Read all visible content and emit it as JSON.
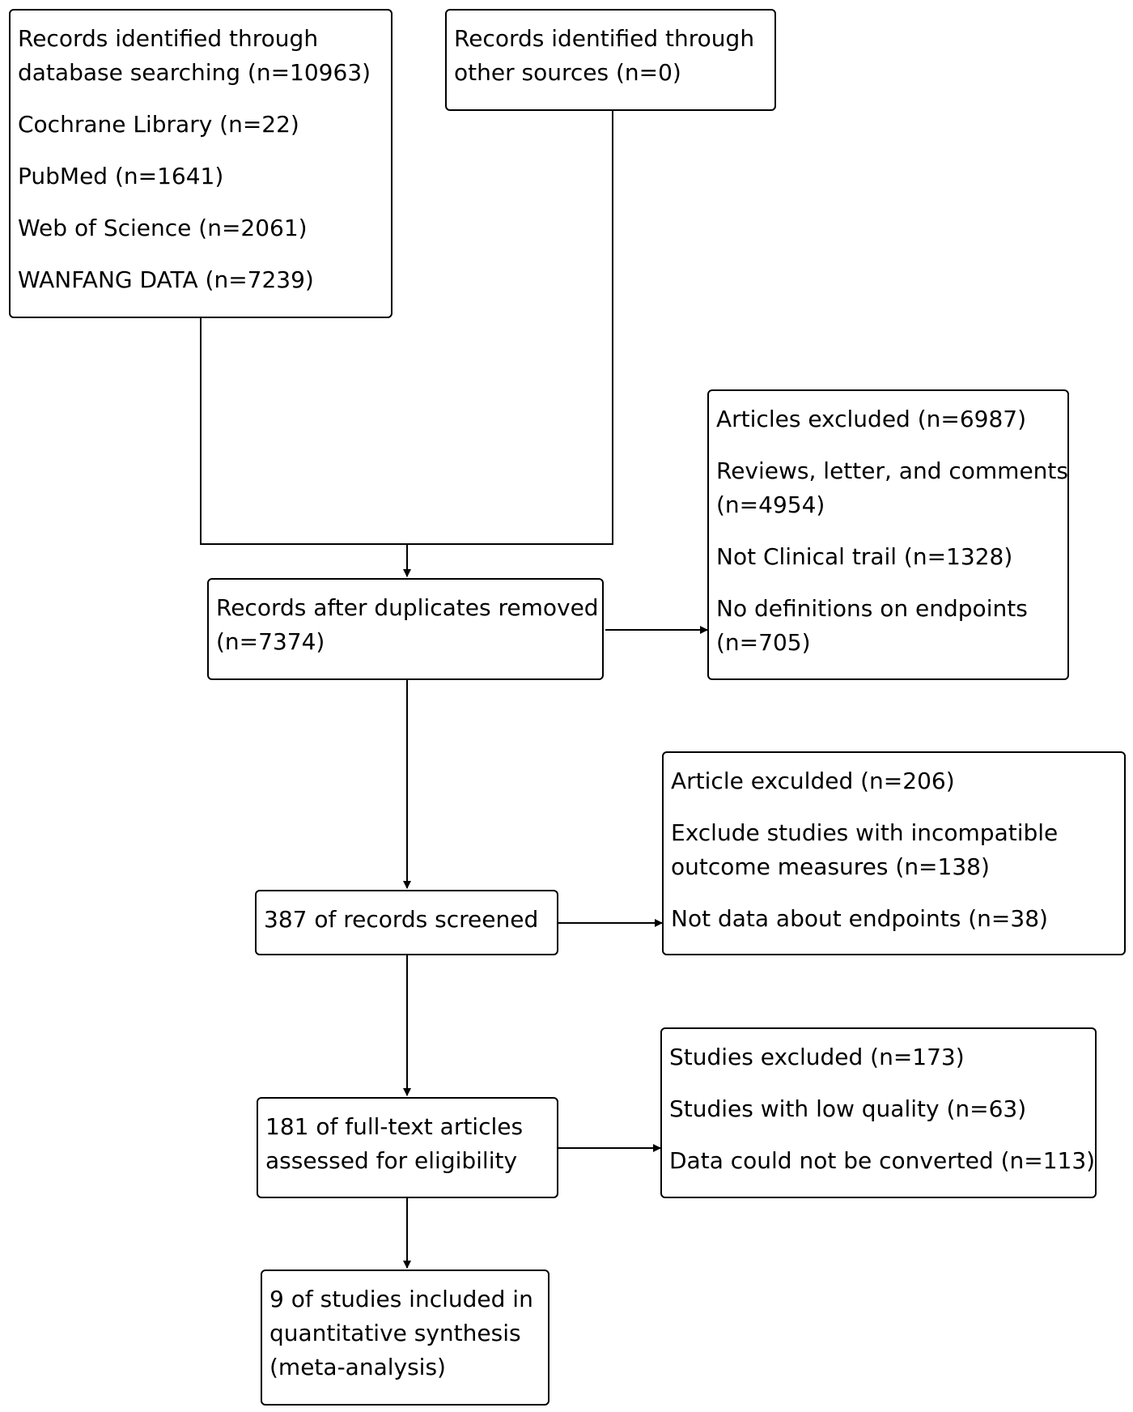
{
  "boxes": {
    "db_search": {
      "title": [
        "Records identified through",
        "database searching (n=10963)"
      ],
      "items": [
        "Cochrane Library (n=22)",
        "PubMed (n=1641)",
        "Web of Science (n=2061)",
        "WANFANG DATA (n=7239)"
      ]
    },
    "other_sources": {
      "title": [
        "Records identified through",
        "other sources (n=0)"
      ]
    },
    "duplicates_removed": {
      "title": [
        "Records after duplicates removed",
        "(n=7374)"
      ]
    },
    "excluded_1": {
      "title": [
        "Articles excluded (n=6987)"
      ],
      "items": [
        [
          "Reviews, letter, and comments",
          "(n=4954)"
        ],
        [
          "Not Clinical trail (n=1328)"
        ],
        [
          "No definitions on endpoints",
          "(n=705)"
        ]
      ]
    },
    "screened": {
      "title": [
        "387 of records screened"
      ]
    },
    "excluded_2": {
      "title": [
        "Article exculded (n=206)"
      ],
      "items": [
        [
          "Exclude studies with incompatible",
          "outcome measures (n=138)"
        ],
        [
          "Not data about endpoints (n=38)"
        ]
      ]
    },
    "eligibility": {
      "title": [
        "181 of full-text articles",
        "assessed for eligibility"
      ]
    },
    "excluded_3": {
      "title": [
        "Studies excluded (n=173)"
      ],
      "items": [
        [
          "Studies with low quality (n=63)"
        ],
        [
          "Data could not be converted (n=113)"
        ]
      ]
    },
    "included": {
      "title": [
        "9 of studies included in",
        "quantitative synthesis",
        "(meta-analysis)"
      ]
    }
  }
}
